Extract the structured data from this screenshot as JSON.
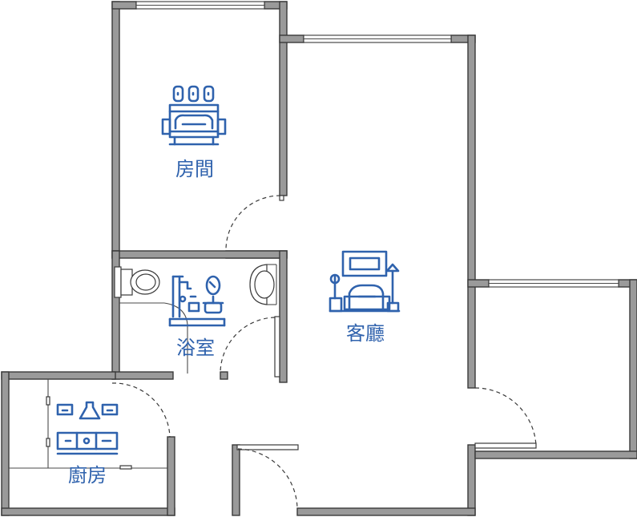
{
  "rooms": {
    "bedroom": {
      "label": "房間",
      "icon": "bed-icon"
    },
    "bathroom": {
      "label": "浴室",
      "icon": "bathroom-icon"
    },
    "living": {
      "label": "客廳",
      "icon": "living-room-icon"
    },
    "kitchen": {
      "label": "廚房",
      "icon": "kitchen-icon"
    }
  },
  "colors": {
    "label": "#2f62ad",
    "icon": "#2f62ad",
    "wall": "#9a9a9a",
    "outline": "#3a3a3a"
  }
}
